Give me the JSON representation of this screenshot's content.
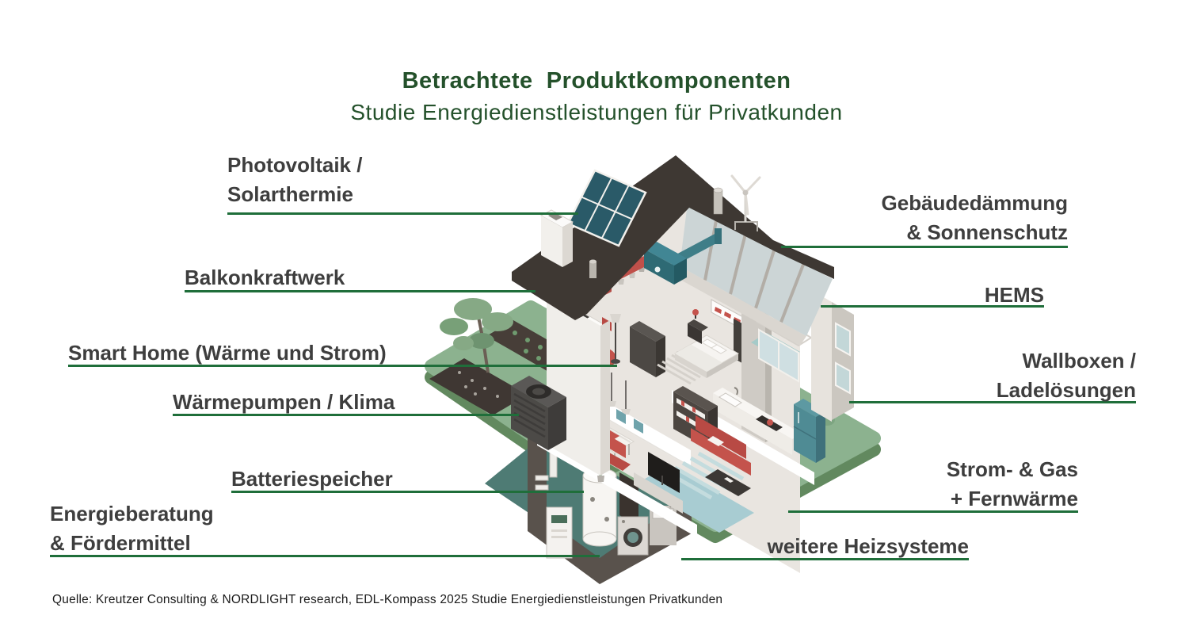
{
  "header": {
    "title": "Betrachtete  Produktkomponenten",
    "subtitle": "Studie Energiedienstleistungen für Privatkunden"
  },
  "labels": {
    "photovoltaik": {
      "lines": [
        "Photovoltaik /",
        "Solarthermie"
      ]
    },
    "balkonkraftwerk": {
      "lines": [
        "Balkonkraftwerk"
      ]
    },
    "smarthome": {
      "lines": [
        "Smart Home (Wärme und Strom)"
      ]
    },
    "waermepumpen": {
      "lines": [
        "Wärmepumpen / Klima"
      ]
    },
    "batteriespeicher": {
      "lines": [
        "Batteriespeicher"
      ]
    },
    "energieberatung": {
      "lines": [
        "Energieberatung",
        "& Fördermittel"
      ]
    },
    "gebaeudedaemmung": {
      "lines": [
        "Gebäudedämmung",
        "& Sonnenschutz"
      ]
    },
    "hems": {
      "lines": [
        "HEMS"
      ]
    },
    "wallboxen": {
      "lines": [
        "Wallboxen /",
        "Ladelösungen"
      ]
    },
    "stromgas": {
      "lines": [
        "Strom- & Gas",
        "+ Fernwärme"
      ]
    },
    "heizsysteme": {
      "lines": [
        "weitere Heizsysteme"
      ]
    }
  },
  "source": "Quelle: Kreutzer Consulting & NORDLIGHT research, EDL-Kompass 2025 Studie Energiedienstleistungen Privatkunden",
  "colors": {
    "title_green": "#24512b",
    "connector_green": "#1f6e3a",
    "label_gray": "#3e3e3e",
    "roof_charcoal": "#3e3833",
    "solar_teal": "#2a5a68",
    "lawn_green": "#8cb28f",
    "lawn_rim_green": "#62895f",
    "basement_teal": "#4e7b74",
    "accent_red": "#c4534c",
    "accent_teal": "#4f8b94"
  },
  "illustration": {
    "type": "isometric-house-cutaway",
    "features": [
      "solar panel",
      "chimney",
      "wind turbine",
      "ventilation unit",
      "attic office",
      "bedroom",
      "bathroom",
      "kitchen",
      "living room",
      "heat pump",
      "garden beds",
      "tree",
      "bench",
      "lawn",
      "basement boiler",
      "heating unit",
      "washing machine",
      "sink"
    ]
  }
}
